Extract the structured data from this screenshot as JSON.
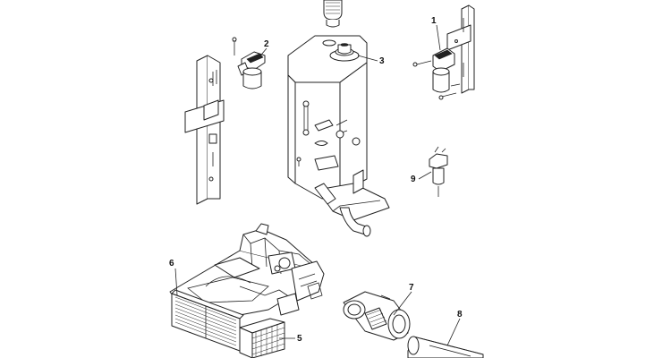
{
  "diagram": {
    "type": "exploded-parts-diagram",
    "callouts": [
      {
        "id": "c1",
        "label": "1"
      },
      {
        "id": "c2",
        "label": "2"
      },
      {
        "id": "c3",
        "label": "3"
      },
      {
        "id": "c5",
        "label": "5"
      },
      {
        "id": "c6",
        "label": "6"
      },
      {
        "id": "c7",
        "label": "7"
      },
      {
        "id": "c8",
        "label": "8"
      },
      {
        "id": "c9",
        "label": "9"
      }
    ]
  }
}
